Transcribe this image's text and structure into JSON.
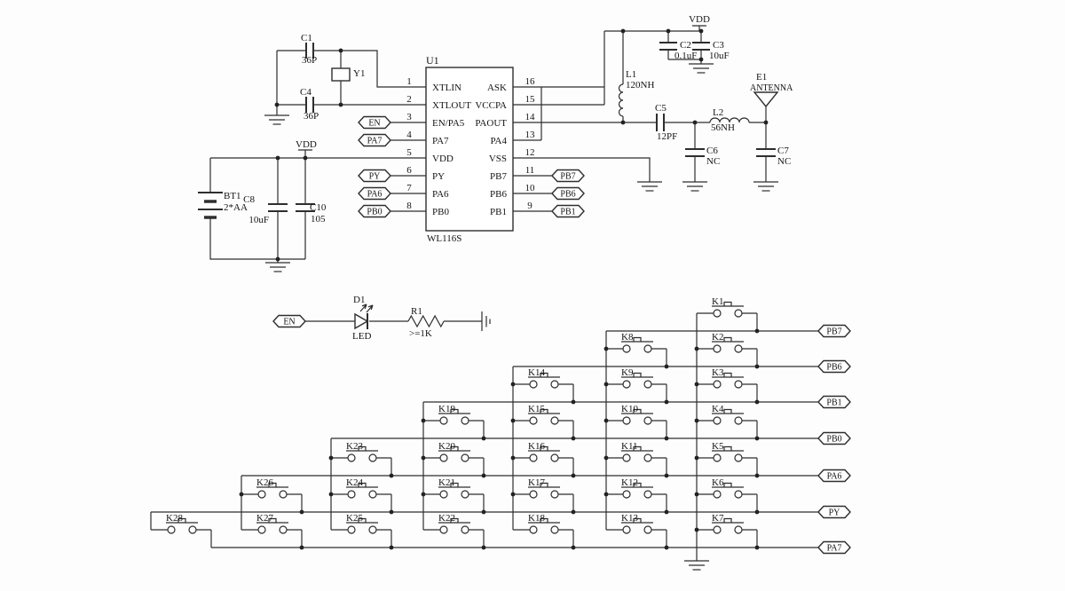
{
  "schematic": {
    "ic": {
      "designator": "U1",
      "part_number": "WL116S",
      "pins_left": [
        {
          "n": "1",
          "name": "XTLIN"
        },
        {
          "n": "2",
          "name": "XTLOUT"
        },
        {
          "n": "3",
          "name": "EN/PA5"
        },
        {
          "n": "4",
          "name": "PA7"
        },
        {
          "n": "5",
          "name": "VDD"
        },
        {
          "n": "6",
          "name": "PY"
        },
        {
          "n": "7",
          "name": "PA6"
        },
        {
          "n": "8",
          "name": "PB0"
        }
      ],
      "pins_right": [
        {
          "n": "16",
          "name": "ASK"
        },
        {
          "n": "15",
          "name": "VCCPA"
        },
        {
          "n": "14",
          "name": "PAOUT"
        },
        {
          "n": "13",
          "name": "PA4"
        },
        {
          "n": "12",
          "name": "VSS"
        },
        {
          "n": "11",
          "name": "PB7"
        },
        {
          "n": "10",
          "name": "PB6"
        },
        {
          "n": "9",
          "name": "PB1"
        }
      ]
    },
    "power": {
      "vdd": "VDD"
    },
    "nets": {
      "en": "EN",
      "pa7": "PA7",
      "py": "PY",
      "pa6": "PA6",
      "pb0": "PB0",
      "pb7": "PB7",
      "pb6": "PB6",
      "pb1": "PB1"
    },
    "components": {
      "C1": {
        "ref": "C1",
        "value": "36P"
      },
      "C4": {
        "ref": "C4",
        "value": "36P"
      },
      "Y1": {
        "ref": "Y1"
      },
      "C2": {
        "ref": "C2",
        "value": "0.1uF"
      },
      "C3": {
        "ref": "C3",
        "value": "10uF"
      },
      "L1": {
        "ref": "L1",
        "value": "120NH"
      },
      "L2": {
        "ref": "L2",
        "value": "56NH"
      },
      "C5": {
        "ref": "C5",
        "value": "12PF"
      },
      "C6": {
        "ref": "C6",
        "value": "NC"
      },
      "C7": {
        "ref": "C7",
        "value": "NC"
      },
      "E1": {
        "ref": "E1",
        "value": "ANTENNA"
      },
      "BT1": {
        "ref": "BT1",
        "value": "2*AA"
      },
      "C8": {
        "ref": "C8",
        "value": "10uF"
      },
      "C10": {
        "ref": "C10",
        "value": "105"
      },
      "D1": {
        "ref": "D1",
        "value": "LED"
      },
      "R1": {
        "ref": "R1",
        "value": ">=1K"
      }
    },
    "keys": [
      "K1",
      "K2",
      "K3",
      "K4",
      "K5",
      "K6",
      "K7",
      "K8",
      "K9",
      "K10",
      "K11",
      "K12",
      "K13",
      "K14",
      "K15",
      "K16",
      "K17",
      "K18",
      "K19",
      "K20",
      "K21",
      "K22",
      "K23",
      "K24",
      "K25",
      "K26",
      "K27",
      "K28"
    ]
  }
}
